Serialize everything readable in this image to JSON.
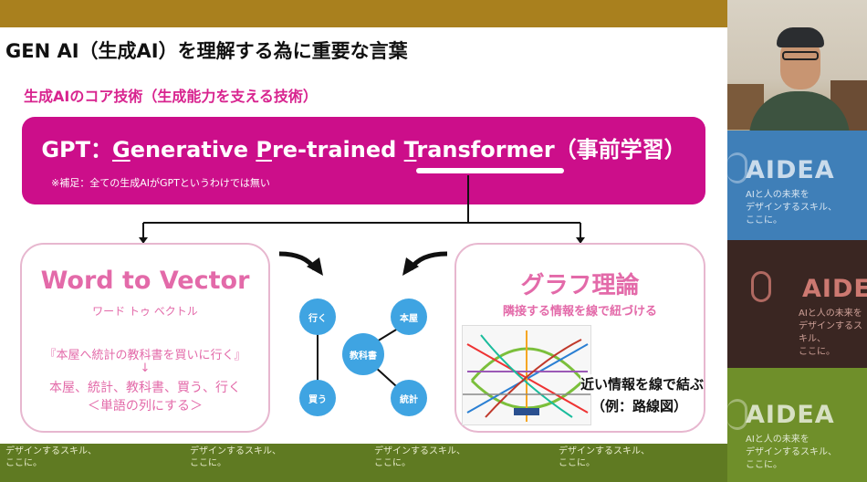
{
  "slide": {
    "title": "GEN AI（生成AI）を理解する為に重要な言葉",
    "subtitle": "生成AIのコア技術（生成能力を支える技術）",
    "gpt": {
      "prefix": "GPT：",
      "g": "G",
      "g_rest": "enerative ",
      "p": "P",
      "p_rest": "re-trained ",
      "t": "T",
      "t_rest": "ransformer（事前学習）",
      "note": "※補足：全ての生成AIがGPTというわけでは無い"
    },
    "word_to_vector": {
      "title": "Word to Vector",
      "reading": "ワード トゥ ベクトル",
      "example": "『本屋へ統計の教科書を買いに行く』",
      "arrow": "↓",
      "tokens": "本屋、統計、教科書、買う、行く",
      "note": "＜単語の列にする＞"
    },
    "graph_nodes": {
      "center": "教科書",
      "n1": "行く",
      "n2": "買う",
      "n3": "本屋",
      "n4": "統計"
    },
    "graph_theory": {
      "title": "グラフ理論",
      "subtitle": "隣接する情報を線で紐づける",
      "caption1": "近い情報を線で結ぶ",
      "caption2": "（例：路線図）"
    }
  },
  "side": {
    "brand": "AIDEA",
    "tagline": "AIと人の未来を\nデザインするスキル、\nここに。"
  },
  "bottom": {
    "text": "デザインするスキル、\nここに。"
  },
  "colors": {
    "accent": "#cc0e8a",
    "pink_text": "#e36aa9",
    "node_blue": "#3fa4e2"
  }
}
